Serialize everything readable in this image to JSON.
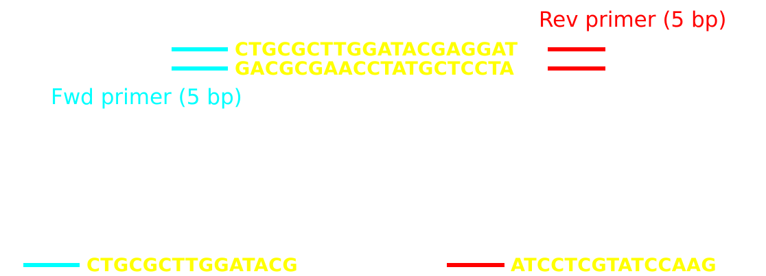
{
  "colors": {
    "background": "#ffffff",
    "forward_primer": "#00ffff",
    "reverse_primer": "#ff0000",
    "sequence": "#ffff00"
  },
  "labels": {
    "reverse_primer": "Rev primer (5 bp)",
    "forward_primer": "Fwd primer (5 bp)"
  },
  "template": {
    "top_strand": "CTGCGCTTGGATACGAGGAT",
    "bottom_strand": "GACGCGAACCTATGCTCCTA"
  },
  "products": {
    "forward_read": "CTGCGCTTGGATACG",
    "reverse_read": "ATCCTCGTATCCAAG"
  }
}
